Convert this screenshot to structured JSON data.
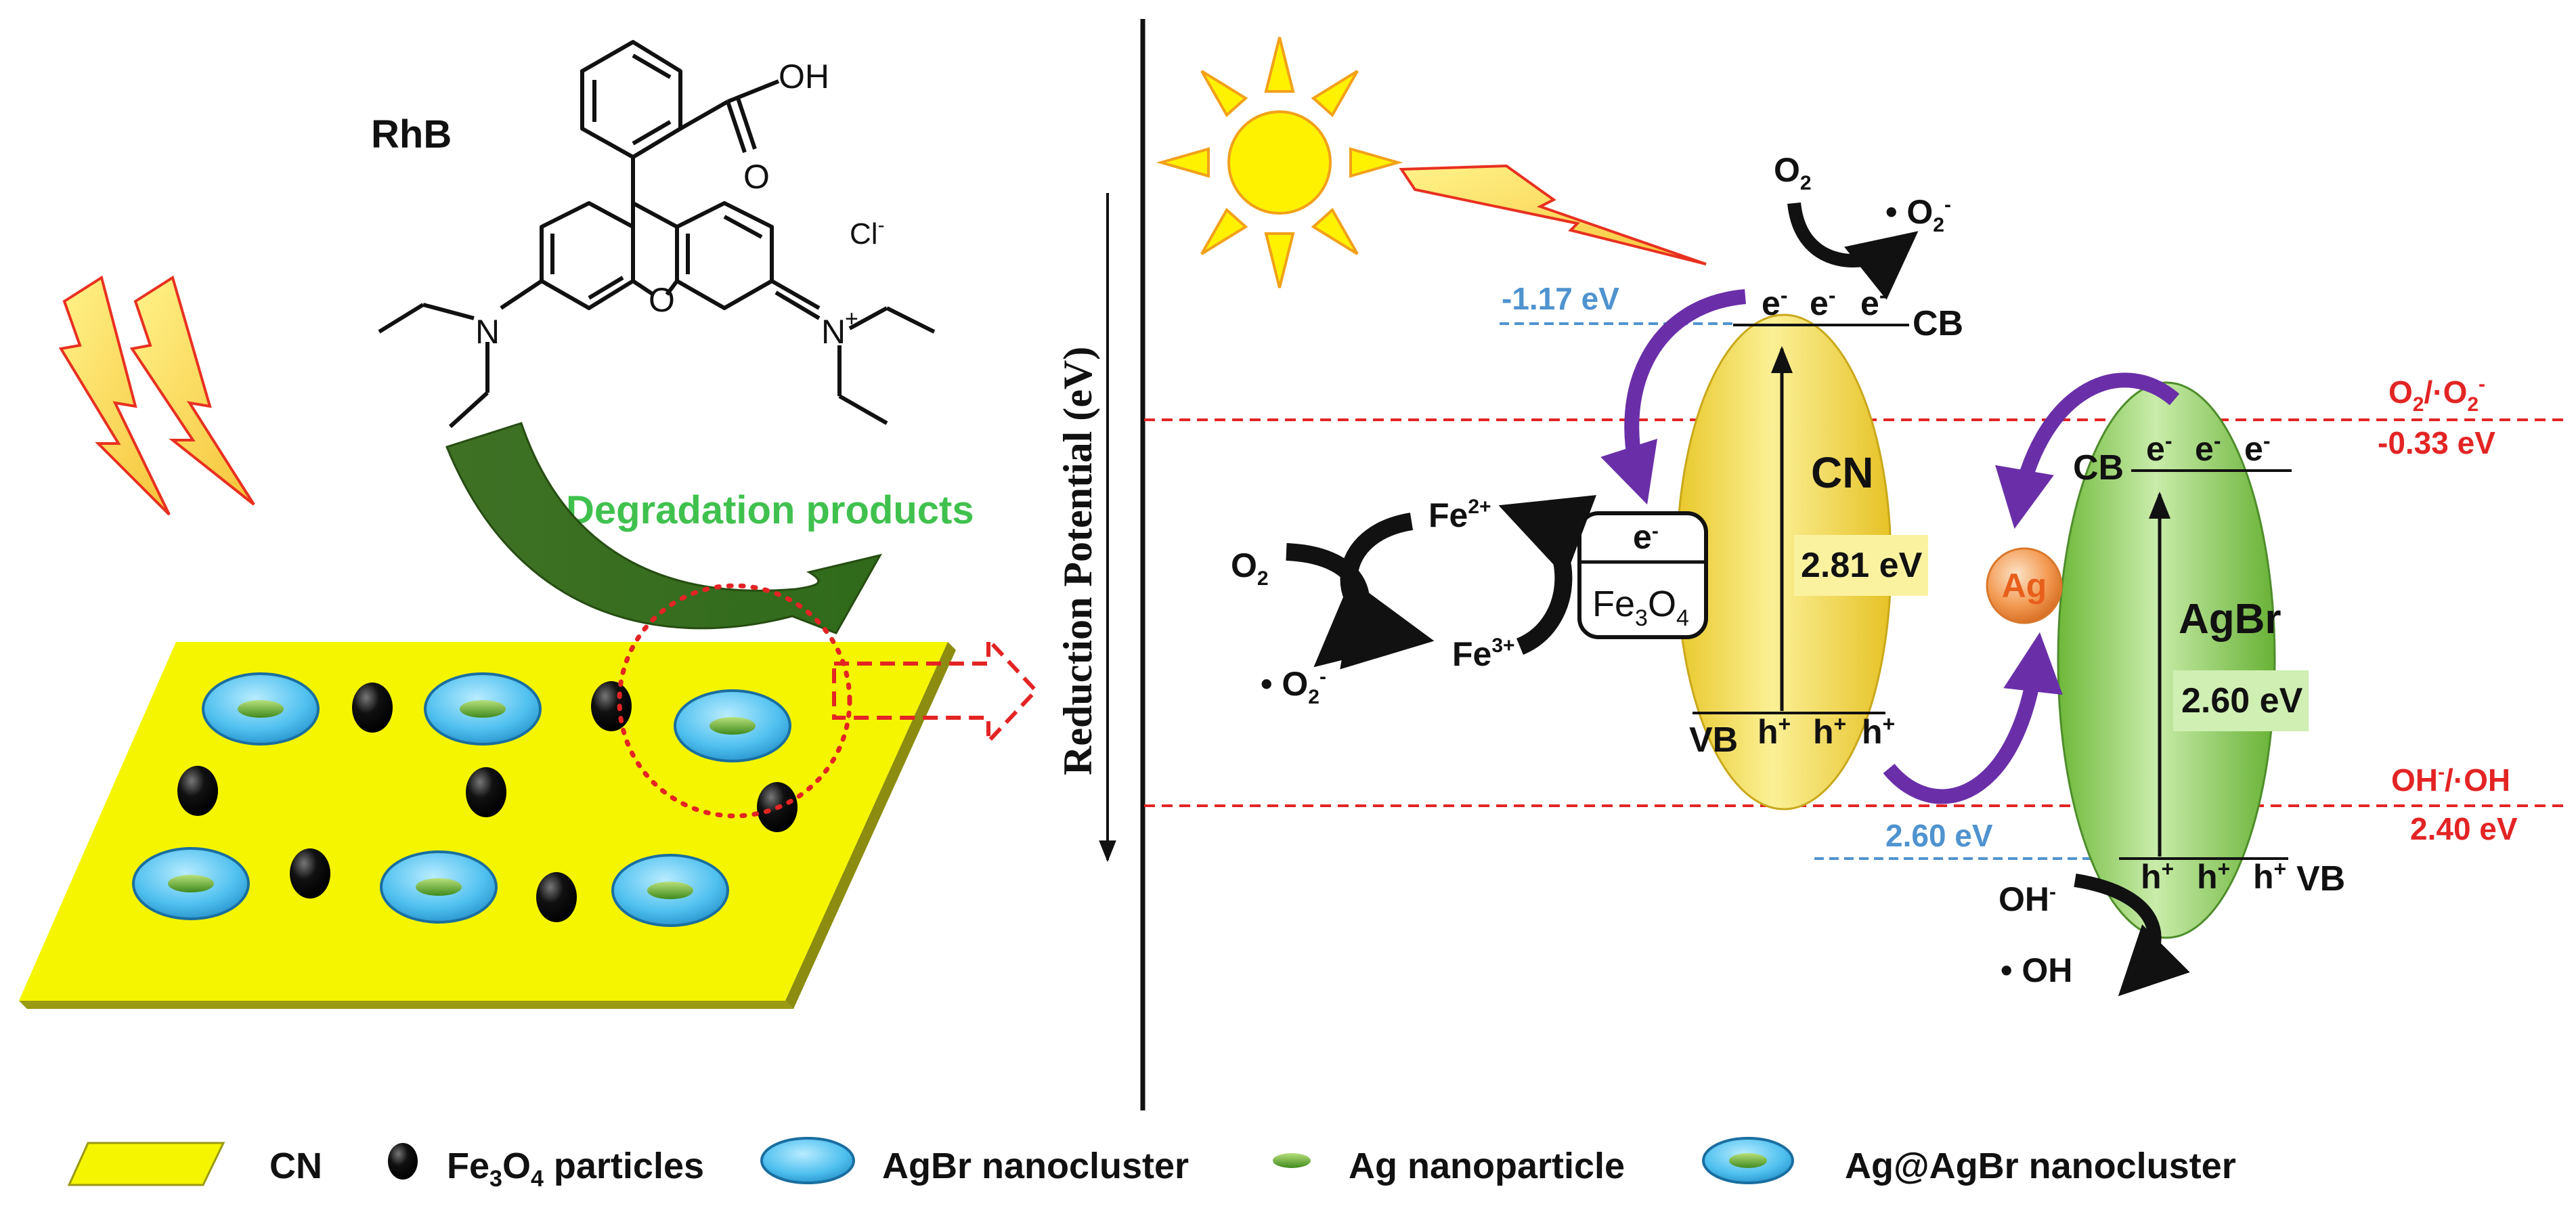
{
  "colors": {
    "cn_plate": "#f5f500",
    "cn_band": "#f3e04c",
    "agbr_band": "#86c84a",
    "ag_sphere": "#f08a3a",
    "agbr_cluster": "#4fc0ef",
    "fe3o4_particle": "#111111",
    "potential_line": "#e32424",
    "edge_label": "#4f93cf",
    "highlight_text": "#40c14e",
    "electron_transfer_arrow": "#6a2fa8",
    "rhb_arrow": "#3a6b1f"
  },
  "icons": [
    "sun-icon",
    "lightning-icon",
    "arrow-icon"
  ],
  "left_panel": {
    "molecule_label": "RhB",
    "molecule_atoms": {
      "oh": "OH",
      "o_carbonyl": "O",
      "o_ring": "O",
      "n_left": "N",
      "n_right": "N",
      "n_charge": "+",
      "chloride": "Cl",
      "chloride_charge": "-"
    },
    "degradation_label": "Degradation products"
  },
  "axis": {
    "label": "Reduction Potential (eV)"
  },
  "cn_band": {
    "name": "CN",
    "gap": "2.81 eV",
    "cb_label": "CB",
    "vb_label": "VB",
    "cb_edge": "-1.17 eV",
    "vb_edge": "2.60 eV",
    "electron": "e",
    "electron_charge": "-",
    "hole": "h",
    "hole_charge": "+"
  },
  "agbr_band": {
    "name": "AgBr",
    "gap": "2.60 eV",
    "cb_label": "CB",
    "vb_label": "VB"
  },
  "ag_label": "Ag",
  "fe3o4_box": {
    "electron": "e",
    "charge": "-",
    "formula_main": "Fe",
    "formula_sub1": "3",
    "formula_o": "O",
    "formula_sub2": "4"
  },
  "iron_cycle": {
    "fe": "Fe",
    "fe2_charge": "2+",
    "fe3_charge": "3+"
  },
  "radicals": {
    "o2": "O",
    "o2_sub": "2",
    "superoxide": "• O",
    "superoxide_sub": "2",
    "superoxide_charge": "-",
    "oh_minus": "OH",
    "oh_minus_charge": "-",
    "oh_radical": "• OH"
  },
  "potentials": {
    "o2_couple": "O",
    "o2_couple_sub1": "2",
    "o2_couple_sep": "/·O",
    "o2_couple_sub2": "2",
    "o2_couple_charge": "-",
    "o2_value": "-0.33 eV",
    "oh_couple": "OH",
    "oh_couple_charge": "-",
    "oh_couple_rest": "/·OH",
    "oh_value": "2.40 eV"
  },
  "legend": {
    "cn": "CN",
    "fe3o4_main": "Fe",
    "fe3o4_sub1": "3",
    "fe3o4_o": "O",
    "fe3o4_sub2": "4",
    "fe3o4_rest": " particles",
    "agbr": "AgBr nanocluster",
    "ag": "Ag nanoparticle",
    "agagbr": "Ag@AgBr nanocluster"
  }
}
